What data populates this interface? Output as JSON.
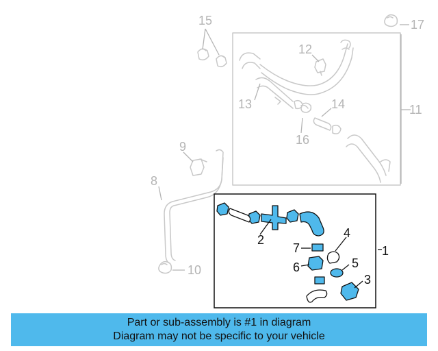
{
  "diagram": {
    "callouts": {
      "c1": "1",
      "c2": "2",
      "c3": "3",
      "c4": "4",
      "c5": "5",
      "c6": "6",
      "c7": "7",
      "c8": "8",
      "c9": "9",
      "c10": "10",
      "c11": "11",
      "c12": "12",
      "c13": "13",
      "c14": "14",
      "c15": "15",
      "c16": "16",
      "c17": "17"
    },
    "colors": {
      "highlight": "#4fb9ec",
      "faded": "#c8c8c8",
      "outline": "#111111"
    }
  },
  "banner": {
    "line1": "Part or sub-assembly is #1 in diagram",
    "line2": "Diagram may not be specific to your vehicle",
    "color": "#4fb9ec"
  }
}
